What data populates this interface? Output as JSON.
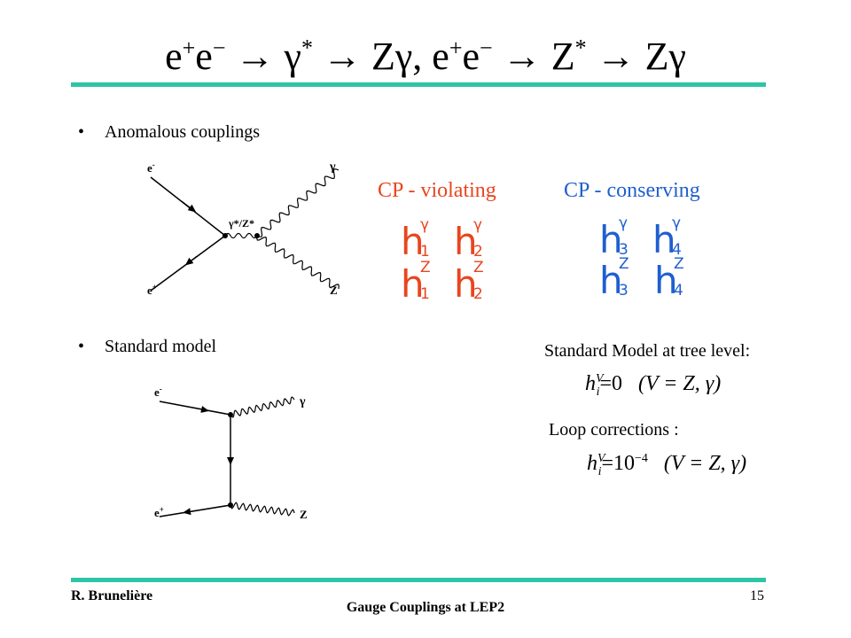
{
  "slide": {
    "title_parts": [
      "e",
      "+",
      "e",
      "−",
      " → γ",
      "*",
      " → Zγ, e",
      "+",
      "e",
      "−",
      " → Z",
      "*",
      " → Zγ"
    ],
    "bullets": [
      "Anomalous couplings",
      "Standard model"
    ],
    "bullet_glyph": "•",
    "cp_violating": "CP - violating",
    "cp_conserving": "CP - conserving",
    "couplings": {
      "h": "h",
      "gamma": "γ",
      "z": "Z",
      "i1": "1",
      "i2": "2",
      "i3": "3",
      "i4": "4"
    },
    "sm_tree_label": "Standard Model at tree level:",
    "loop_label": "Loop corrections :",
    "eq1": {
      "lhs": "h",
      "sup": "V",
      "sub": "i",
      "rhs": "=0",
      "cond": "(V = Z, γ)"
    },
    "eq2": {
      "lhs": "h",
      "sup": "V",
      "sub": "i",
      "rhs": "=10",
      "exp": "−4",
      "cond": "(V = Z, γ)"
    },
    "diagram1": {
      "e_minus": "e",
      "e_minus_sup": "-",
      "e_plus": "e",
      "e_plus_sup": "+",
      "mediator": "γ*/Z*",
      "out_gamma": "γ",
      "out_z": "Z"
    },
    "diagram2": {
      "e_minus": "e",
      "e_minus_sup": "-",
      "e_plus": "e",
      "e_plus_sup": "+",
      "out_gamma": "γ",
      "out_z": "Z"
    }
  },
  "footer": {
    "author": "R. Brunelière",
    "talk": "Gauge Couplings at LEP2",
    "page": "15"
  },
  "colors": {
    "rule": "#2ec4a6",
    "cp_violating": "#e8451f",
    "cp_conserving": "#1f5fcf"
  }
}
